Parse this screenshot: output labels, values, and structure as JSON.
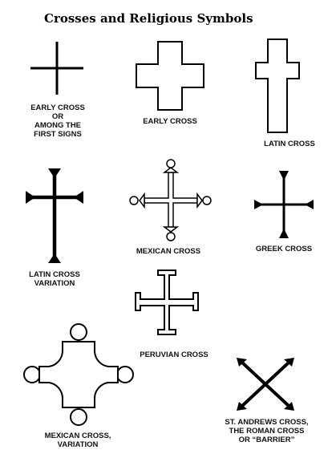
{
  "title": "Crosses and Religious Symbols",
  "symbols": [
    {
      "icon": "simple-cross-icon",
      "caption": [
        "EARLY CROSS",
        "OR",
        "AMONG THE",
        "FIRST SIGNS"
      ]
    },
    {
      "icon": "outline-cross-icon",
      "caption": [
        "EARLY CROSS"
      ]
    },
    {
      "icon": "latin-cross-icon",
      "caption": [
        "LATIN CROSS"
      ]
    },
    {
      "icon": "latin-cross-variation-icon",
      "caption": [
        "LATIN CROSS",
        "VARIATION"
      ]
    },
    {
      "icon": "mexican-cross-icon",
      "caption": [
        "MEXICAN CROSS"
      ]
    },
    {
      "icon": "greek-cross-icon",
      "caption": [
        "GREEK CROSS"
      ]
    },
    {
      "icon": "peruvian-cross-icon",
      "caption": [
        "PERUVIAN CROSS"
      ]
    },
    {
      "icon": "mexican-cross-variation-icon",
      "caption": [
        "MEXICAN CROSS,",
        "VARIATION"
      ]
    },
    {
      "icon": "st-andrews-cross-icon",
      "caption": [
        "ST. ANDREWS CROSS,",
        "THE ROMAN CROSS",
        "OR “BARRIER”"
      ]
    }
  ]
}
